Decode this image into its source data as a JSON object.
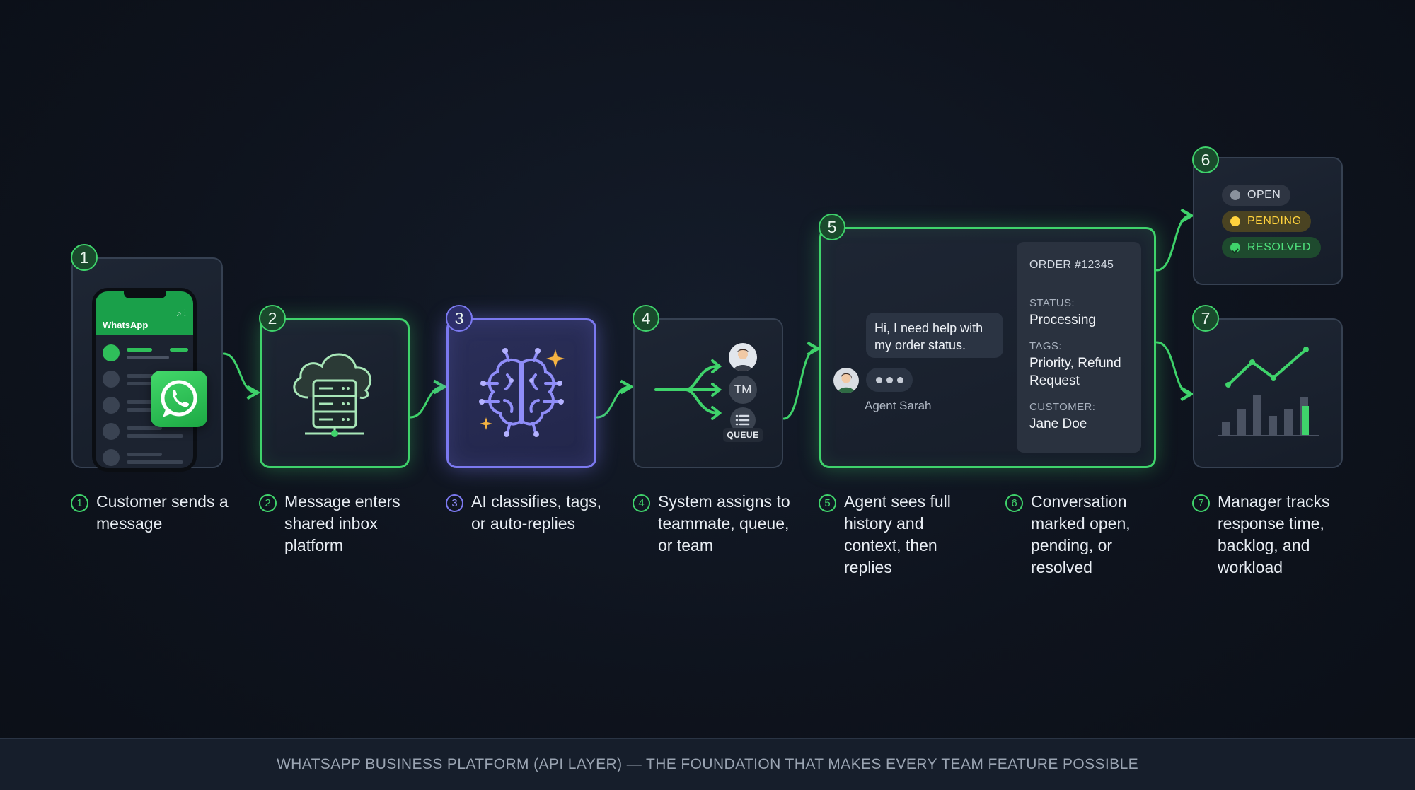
{
  "colors": {
    "accent": "#3fd36b",
    "ai": "#7b79f0",
    "pending": "#ffd23d",
    "background": "#0e131d"
  },
  "steps": [
    {
      "num": "1",
      "label": "Customer sends a message",
      "icon": "whatsapp-phone-icon"
    },
    {
      "num": "2",
      "label": "Message enters shared inbox platform",
      "icon": "cloud-server-icon"
    },
    {
      "num": "3",
      "label": "AI classifies, tags, or auto-replies",
      "icon": "ai-brain-icon"
    },
    {
      "num": "4",
      "label": "System assigns to teammate, queue, or team",
      "icon": "routing-arrows-icon"
    },
    {
      "num": "5",
      "label": "Agent sees full history and context, then replies",
      "icon": "chat-panel-icon"
    },
    {
      "num": "6",
      "label": "Conversation marked open, pending, or resolved",
      "icon": "status-pills-icon"
    },
    {
      "num": "7",
      "label": "Manager tracks response time, backlog, and workload",
      "icon": "analytics-chart-icon"
    }
  ],
  "phone": {
    "app_name": "WhatsApp"
  },
  "assign": {
    "team_label": "TM",
    "queue_label": "QUEUE"
  },
  "chat": {
    "customer_message": "Hi, I need help with my order status.",
    "agent_name": "Agent Sarah"
  },
  "order": {
    "header": "ORDER #12345",
    "status_label": "STATUS:",
    "status_value": "Processing",
    "tags_label": "TAGS:",
    "tags_value": "Priority, Refund Request",
    "customer_label": "CUSTOMER:",
    "customer_value": "Jane Doe"
  },
  "statuses": {
    "open": "OPEN",
    "pending": "PENDING",
    "resolved": "RESOLVED"
  },
  "footer": {
    "text": "WHATSAPP BUSINESS PLATFORM (API LAYER) — THE FOUNDATION THAT MAKES EVERY TEAM FEATURE POSSIBLE"
  }
}
